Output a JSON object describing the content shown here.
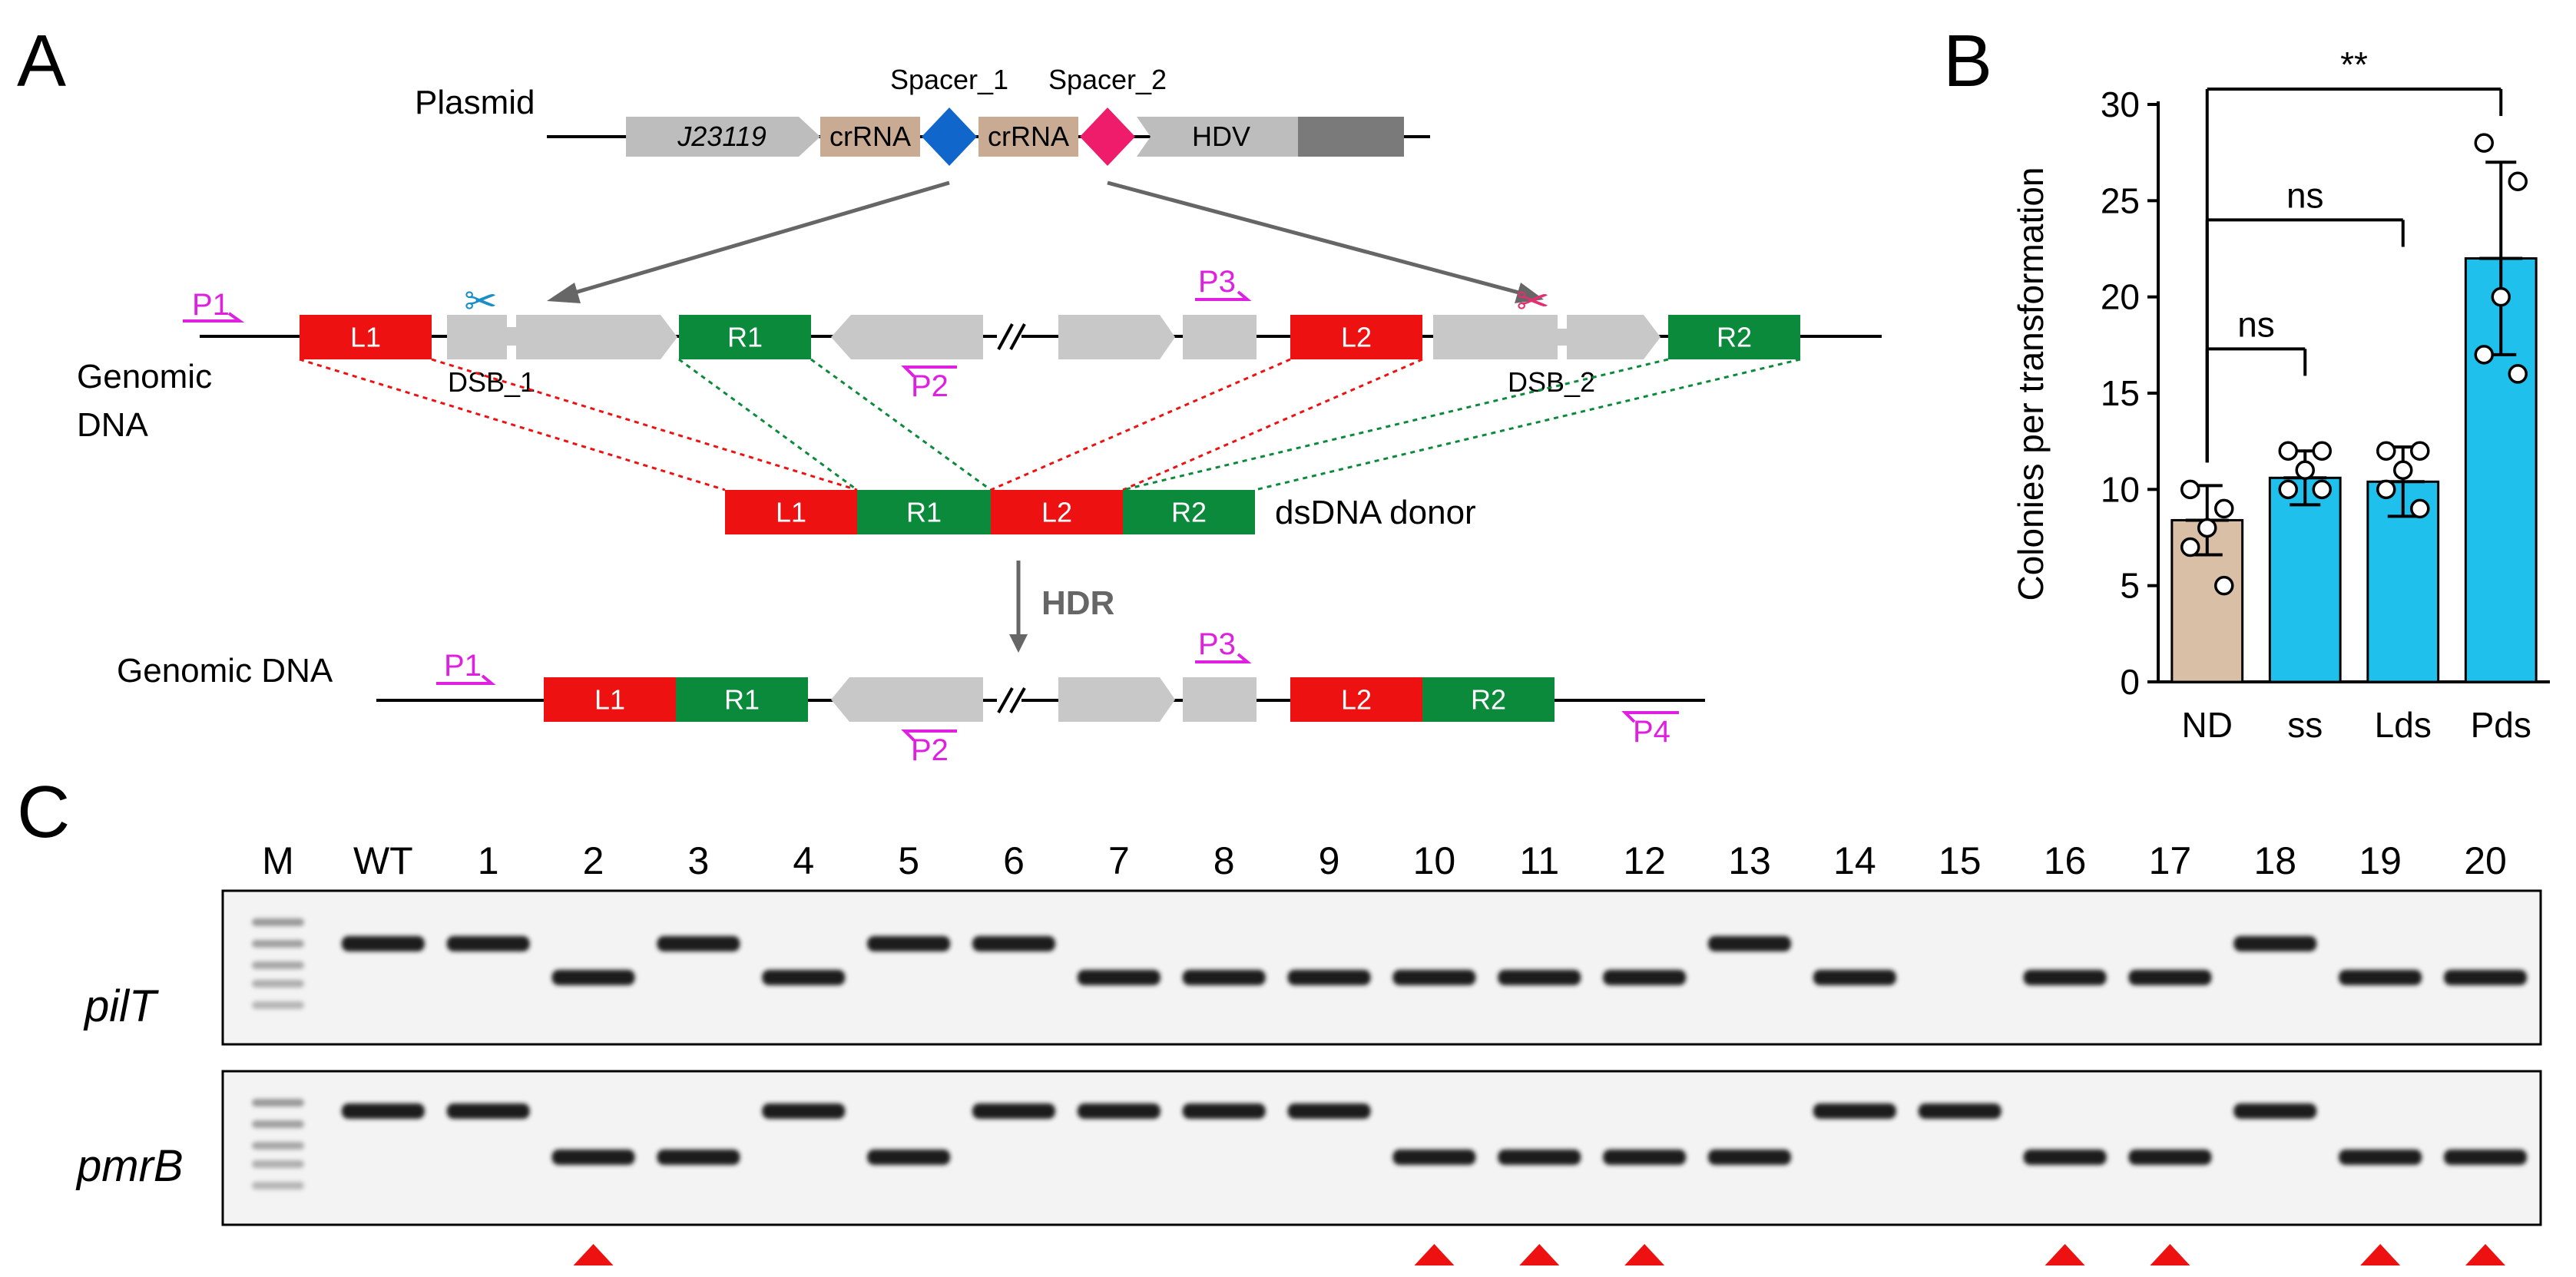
{
  "panel_a": {
    "letter": "A",
    "plasmid": {
      "label": "Plasmid",
      "segments": [
        "J23119",
        "crRNA",
        "crRNA",
        "HDV"
      ],
      "spacers": [
        "Spacer_1",
        "Spacer_2"
      ]
    },
    "genomic_top": {
      "label_line1": "Genomic",
      "label_line2": "DNA",
      "blocks": [
        "L1",
        "R1",
        "L2",
        "R2"
      ],
      "dsb": [
        "DSB_1",
        "DSB_2"
      ],
      "primers": [
        "P1",
        "P2",
        "P3"
      ]
    },
    "donor": {
      "blocks": [
        "L1",
        "R1",
        "L2",
        "R2"
      ],
      "label": "dsDNA donor"
    },
    "hdr_label": "HDR",
    "genomic_bottom": {
      "label": "Genomic DNA",
      "blocks": [
        "L1",
        "R1",
        "L2",
        "R2"
      ],
      "primers": [
        "P1",
        "P2",
        "P3",
        "P4"
      ]
    },
    "colors": {
      "left_arm": "#ee1111",
      "right_arm": "#0b8a3b",
      "primer": "#e020e0"
    }
  },
  "panel_b": {
    "letter": "B",
    "significance": [
      "ns",
      "ns",
      "**"
    ]
  },
  "chart_data": {
    "type": "bar",
    "title": "",
    "xlabel": "",
    "ylabel": "Colonies per transformation",
    "categories": [
      "ND",
      "ss",
      "Lds",
      "Pds"
    ],
    "values": [
      8.4,
      10.6,
      10.4,
      22.0
    ],
    "errors": [
      1.8,
      1.4,
      1.8,
      5.0
    ],
    "points": [
      [
        10,
        9,
        8,
        7,
        5
      ],
      [
        12,
        12,
        11,
        10,
        10
      ],
      [
        12,
        12,
        11,
        10,
        9
      ],
      [
        28,
        26,
        20,
        17,
        16
      ]
    ],
    "ylim": [
      0,
      30
    ],
    "yticks": [
      0,
      5,
      10,
      15,
      20,
      25,
      30
    ],
    "bar_colors": [
      "#d9bfa6",
      "#1fc1ec"
    ]
  },
  "panel_c": {
    "letter": "C",
    "lanes": [
      "M",
      "WT",
      "1",
      "2",
      "3",
      "4",
      "5",
      "6",
      "7",
      "8",
      "9",
      "10",
      "11",
      "12",
      "13",
      "14",
      "15",
      "16",
      "17",
      "18",
      "19",
      "20"
    ],
    "genes": [
      "pilT",
      "pmrB"
    ],
    "piltT_bands": [
      "marker",
      "high",
      "high",
      "low",
      "high",
      "low",
      "high",
      "high",
      "low",
      "low",
      "low",
      "low",
      "low",
      "low",
      "high",
      "low",
      "none",
      "low",
      "low",
      "high",
      "low",
      "low"
    ],
    "pmrB_bands": [
      "marker",
      "high",
      "high",
      "low",
      "low",
      "high",
      "low",
      "high",
      "high",
      "high",
      "high",
      "low",
      "low",
      "low",
      "low",
      "high",
      "high",
      "low",
      "low",
      "high",
      "low",
      "low"
    ],
    "marked_lanes": [
      "2",
      "10",
      "11",
      "12",
      "16",
      "17",
      "19",
      "20"
    ],
    "marker_color": "#ee1111"
  }
}
